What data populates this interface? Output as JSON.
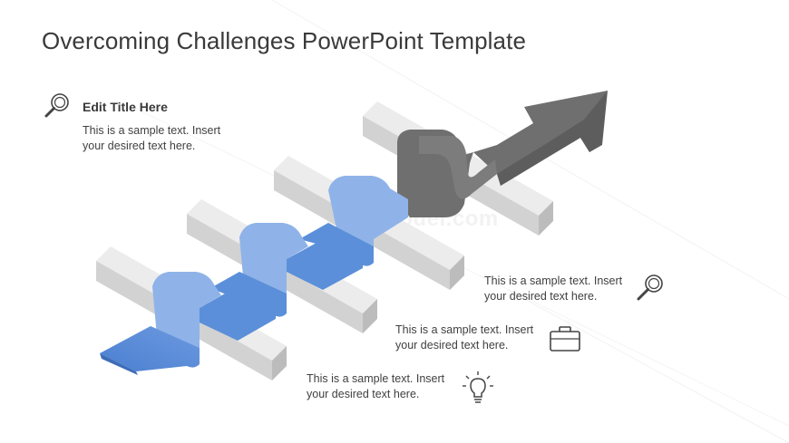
{
  "slide": {
    "title": "Overcoming Challenges PowerPoint Template",
    "watermark": "SlideModel.com"
  },
  "callout_main": {
    "heading": "Edit Title Here",
    "line1": "This is a sample text. Insert",
    "line2": "your desired text here.",
    "icon": "magnifier-icon"
  },
  "callouts": [
    {
      "line1": "This is a sample text. Insert",
      "line2": "your desired text here.",
      "icon": "magnifier-icon"
    },
    {
      "line1": "This is a sample text. Insert",
      "line2": "your desired text here.",
      "icon": "briefcase-icon"
    },
    {
      "line1": "This is a sample text. Insert",
      "line2": "your desired text here.",
      "icon": "lightbulb-icon"
    }
  ],
  "colors": {
    "ribbon_blue": "#5b8fd9",
    "ribbon_light": "#8fb3e8",
    "arrow_gray": "#707070",
    "bar_gray": "#d4d4d4"
  }
}
